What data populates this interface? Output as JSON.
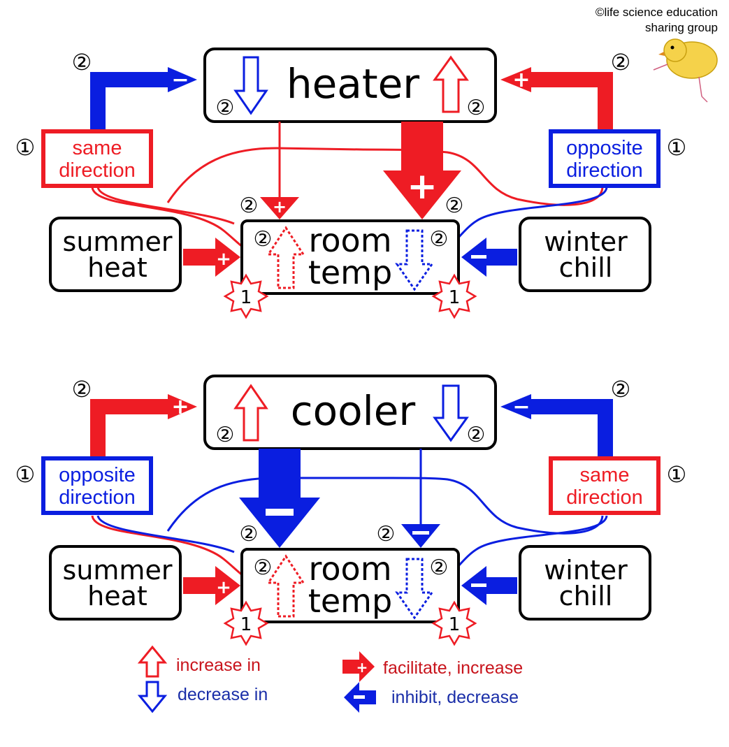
{
  "credit": {
    "line1": "©life science education",
    "line2": "sharing group"
  },
  "colors": {
    "red": "#ee1c24",
    "blue": "#0a1ee0",
    "dark_red": "#c8141c",
    "dark_blue": "#1a2ea8",
    "black": "#000000"
  },
  "step_markers": {
    "one": "①",
    "two": "②",
    "star_one": "1"
  },
  "heater_panel": {
    "device": "heater",
    "room": {
      "line1": "room",
      "line2": "temp"
    },
    "summer": {
      "line1": "summer",
      "line2": "heat"
    },
    "winter": {
      "line1": "winter",
      "line2": "chill"
    },
    "left_label": {
      "line1": "same",
      "line2": "direction"
    },
    "right_label": {
      "line1": "opposite",
      "line2": "direction"
    },
    "left_sign": "−",
    "right_sign": "+",
    "big_sign": "+",
    "thin_sign": "+"
  },
  "cooler_panel": {
    "device": "cooler",
    "room": {
      "line1": "room",
      "line2": "temp"
    },
    "summer": {
      "line1": "summer",
      "line2": "heat"
    },
    "winter": {
      "line1": "winter",
      "line2": "chill"
    },
    "left_label": {
      "line1": "opposite",
      "line2": "direction"
    },
    "right_label": {
      "line1": "same",
      "line2": "direction"
    },
    "left_sign": "+",
    "right_sign": "−",
    "big_sign": "−",
    "thin_sign": "−"
  },
  "legend": {
    "increase": "increase in",
    "decrease": "decrease in",
    "facilitate": "facilitate, increase",
    "inhibit": "inhibit, decrease"
  },
  "icons": [
    "up-hollow-arrow-icon",
    "down-hollow-arrow-icon",
    "plus-arrow-icon",
    "minus-arrow-icon",
    "starburst-icon",
    "chick-icon"
  ]
}
